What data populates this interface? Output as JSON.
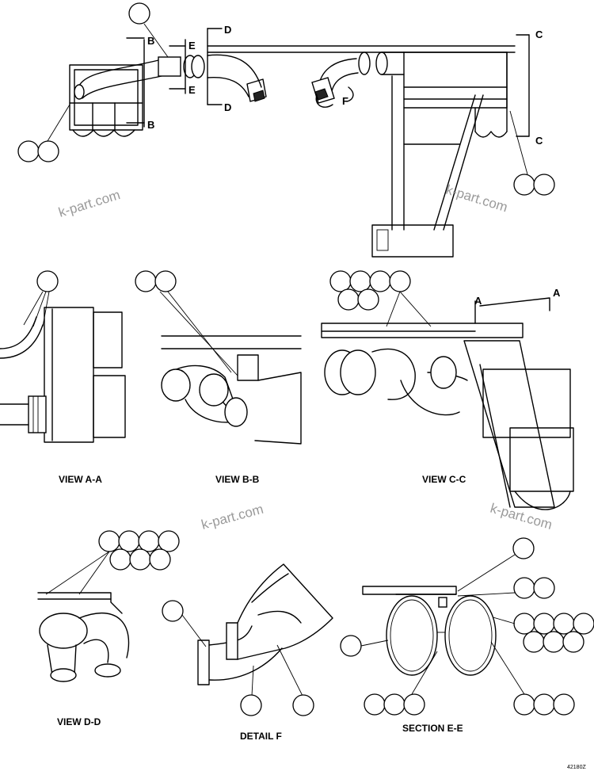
{
  "captions": {
    "view_aa": "VIEW A-A",
    "view_bb": "VIEW B-B",
    "view_cc": "VIEW C-C",
    "view_dd": "VIEW D-D",
    "detail_f": "DETAIL F",
    "section_ee": "SECTION E-E"
  },
  "section_markers": {
    "a": "A",
    "b": "B",
    "c": "C",
    "d": "D",
    "e": "E",
    "f": "F"
  },
  "watermark": "k-part.com",
  "figure_code": "42180Z"
}
